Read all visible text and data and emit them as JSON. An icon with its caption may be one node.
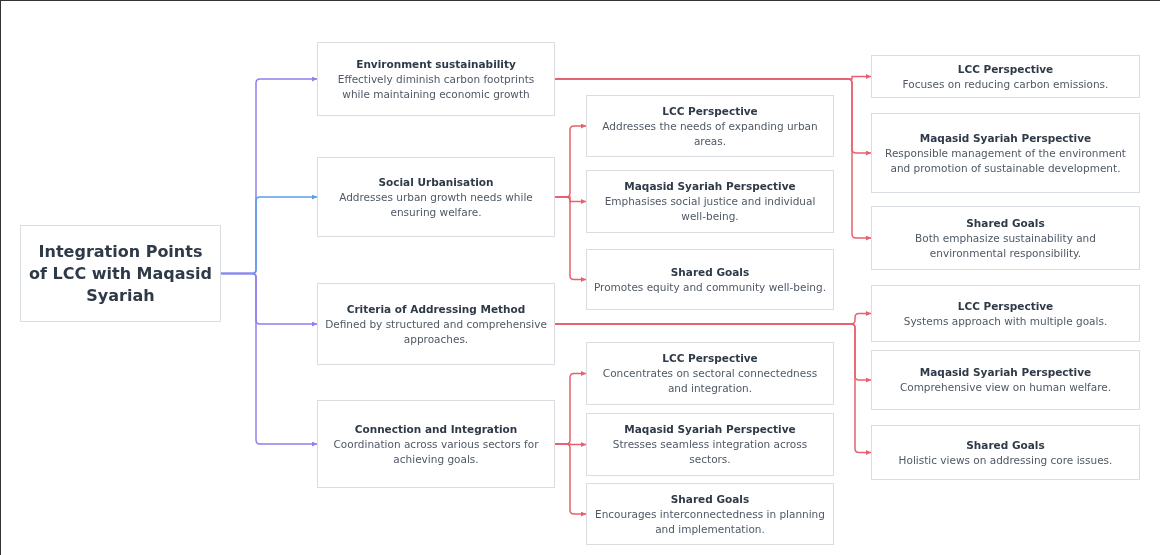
{
  "diagram": {
    "nodes": [
      {
        "text": [
          "Integration Points of LCC with Maqasid Syariah"
        ]
      },
      {
        "text": [
          "Environment sustainability",
          "Effectively diminish carbon footprints while maintaining economic growth"
        ]
      },
      {
        "text": [
          "Social Urbanisation",
          "Addresses urban growth needs while ensuring welfare."
        ]
      },
      {
        "text": [
          "Criteria of Addressing Method",
          "Defined by structured and comprehensive approaches."
        ]
      },
      {
        "text": [
          "Connection and Integration",
          "Coordination across various sectors for achieving goals."
        ]
      },
      {
        "text": [
          "LCC Perspective",
          "Addresses the needs of expanding urban areas."
        ]
      },
      {
        "text": [
          "Maqasid Syariah Perspective",
          "Emphasises social justice and individual well-being."
        ]
      },
      {
        "text": [
          "Shared Goals",
          "Promotes equity and community well-being."
        ]
      },
      {
        "text": [
          "LCC Perspective",
          "Focuses on reducing carbon emissions."
        ]
      },
      {
        "text": [
          "Maqasid Syariah Perspective",
          "Responsible management of the environment and promotion of sustainable development."
        ]
      },
      {
        "text": [
          "Shared Goals",
          "Both emphasize sustainability and environmental responsibility."
        ]
      },
      {
        "text": [
          "LCC Perspective",
          "Systems approach with multiple goals."
        ]
      },
      {
        "text": [
          "Maqasid Syariah Perspective",
          "Comprehensive view on human welfare."
        ]
      },
      {
        "text": [
          "Shared Goals",
          "Holistic views on addressing core issues."
        ]
      },
      {
        "text": [
          "LCC Perspective",
          "Concentrates on sectoral connectedness and integration."
        ]
      },
      {
        "text": [
          "Maqasid Syariah Perspective",
          "Stresses seamless integration across sectors."
        ]
      },
      {
        "text": [
          "Shared Goals",
          "Encourages interconnectedness in planning and implementation."
        ]
      }
    ],
    "edges": [
      {
        "from": 0,
        "to": 1,
        "arrow": "to",
        "color": "#8f7ff0"
      },
      {
        "from": 0,
        "to": 2,
        "arrow": "to",
        "color": "#5b9ee8"
      },
      {
        "from": 0,
        "to": 3,
        "arrow": "to",
        "color": "#8f7ff0"
      },
      {
        "from": 0,
        "to": 4,
        "arrow": "to",
        "color": "#8f7ff0"
      },
      {
        "from": 1,
        "to": 8,
        "arrow": "to"
      },
      {
        "from": 1,
        "to": 9,
        "arrow": "to"
      },
      {
        "from": 1,
        "to": 10,
        "arrow": "to"
      },
      {
        "from": 2,
        "to": 5,
        "arrow": "to"
      },
      {
        "from": 2,
        "to": 6,
        "arrow": "to"
      },
      {
        "from": 2,
        "to": 7,
        "arrow": "to"
      },
      {
        "from": 3,
        "to": 11,
        "arrow": "to"
      },
      {
        "from": 3,
        "to": 12,
        "arrow": "to"
      },
      {
        "from": 3,
        "to": 13,
        "arrow": "to"
      },
      {
        "from": 4,
        "to": 14,
        "arrow": "to"
      },
      {
        "from": 4,
        "to": 15,
        "arrow": "to"
      },
      {
        "from": 4,
        "to": 16,
        "arrow": "to"
      }
    ]
  }
}
